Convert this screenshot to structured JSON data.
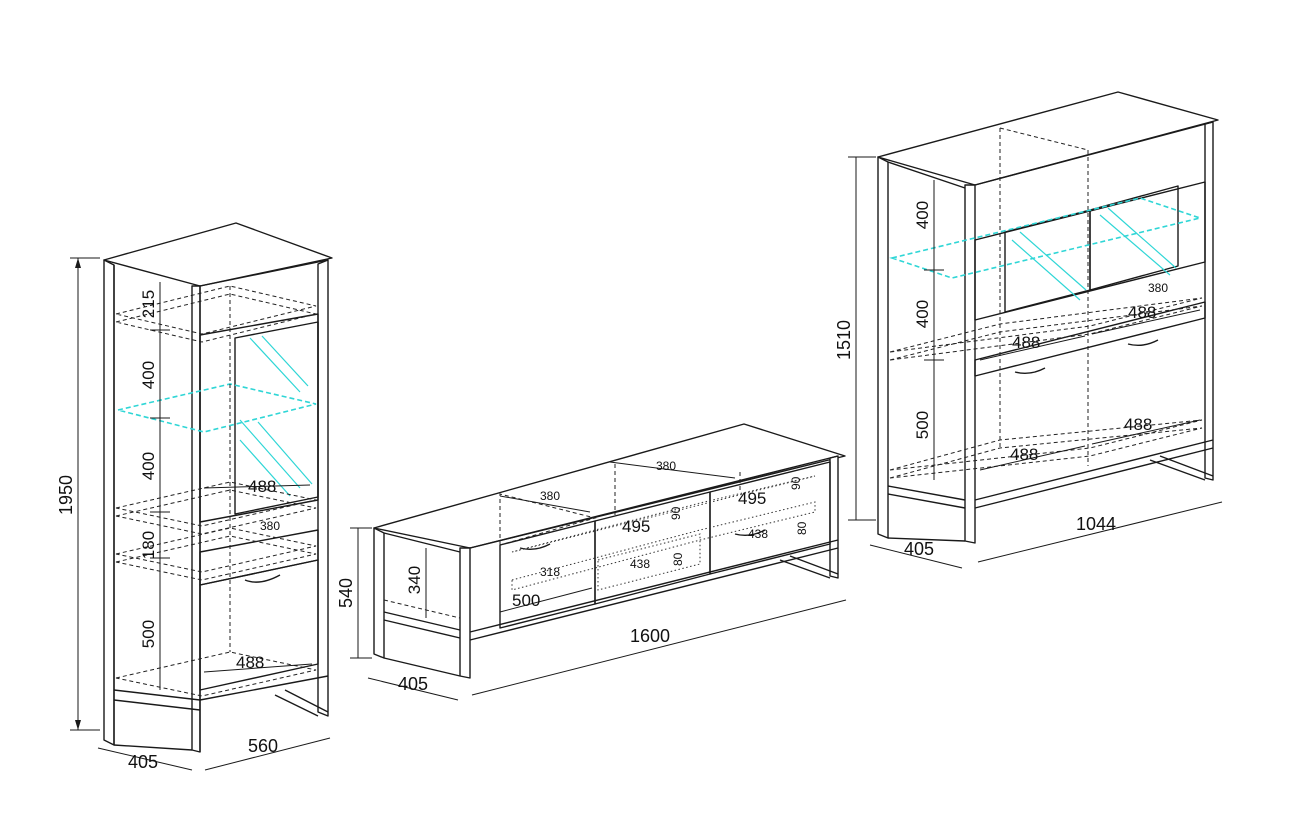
{
  "colors": {
    "line": "#1a1a1a",
    "glass_accent": "#2fd6d6",
    "background": "#ffffff"
  },
  "vitrine": {
    "height": "1950",
    "depth": "405",
    "width": "560",
    "compartment_215": "215",
    "compartment_400_upper": "400",
    "compartment_400_lower": "400",
    "compartment_180": "180",
    "compartment_500": "500",
    "shelf_inner_488": "488",
    "shelf_inner_488_bottom": "488",
    "shelf_depth_380": "380"
  },
  "tv_board": {
    "height": "540",
    "inner_height": "340",
    "depth": "405",
    "width": "1600",
    "compartment_width_500": "500",
    "drawer_depth_380_left": "380",
    "drawer_depth_380_right": "380",
    "drawer_width_495_left": "495",
    "drawer_width_495_right": "495",
    "drawer_height_90_left": "90",
    "drawer_height_90_right": "90",
    "drawer_inner_438_left": "438",
    "drawer_inner_438_right": "438",
    "drawer_inner_80_left": "80",
    "drawer_inner_80_right": "80",
    "inner_318": "318"
  },
  "highboard": {
    "height": "1510",
    "depth": "405",
    "width": "1044",
    "compartment_400_upper": "400",
    "compartment_400_middle": "400",
    "compartment_500": "500",
    "shelf_488_left_mid": "488",
    "shelf_488_right_mid": "488",
    "shelf_488_left_bottom": "488",
    "shelf_488_right_bottom": "488",
    "shelf_depth_380": "380"
  }
}
